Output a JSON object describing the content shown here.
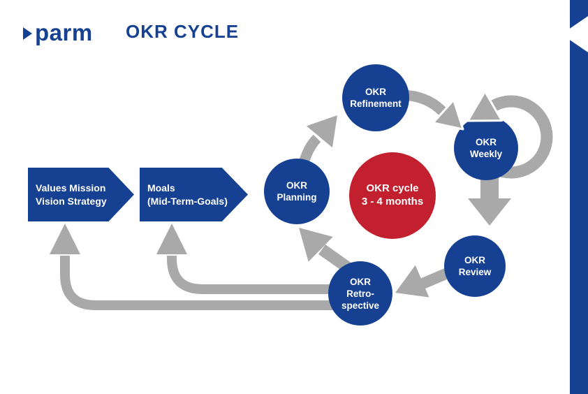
{
  "header": {
    "logo_text": "parm",
    "title": "OKR CYCLE"
  },
  "colors": {
    "blue": "#164193",
    "red": "#C2202F",
    "gray": "#A9A9A9"
  },
  "flow_boxes": [
    {
      "id": "values",
      "lines": [
        "Values Mission",
        "Vision Strategy"
      ]
    },
    {
      "id": "moals",
      "lines": [
        "Moals",
        "(Mid-Term-Goals)"
      ]
    }
  ],
  "cycle": {
    "nodes": [
      {
        "id": "refinement",
        "lines": [
          "OKR",
          "Refinement"
        ]
      },
      {
        "id": "weekly",
        "lines": [
          "OKR",
          "Weekly"
        ]
      },
      {
        "id": "review",
        "lines": [
          "OKR",
          "Review"
        ]
      },
      {
        "id": "retrospective",
        "lines": [
          "OKR",
          "Retro-",
          "spective"
        ]
      },
      {
        "id": "planning",
        "lines": [
          "OKR",
          "Planning"
        ]
      }
    ],
    "center": {
      "lines": [
        "OKR cycle",
        "3 - 4 months"
      ]
    }
  }
}
